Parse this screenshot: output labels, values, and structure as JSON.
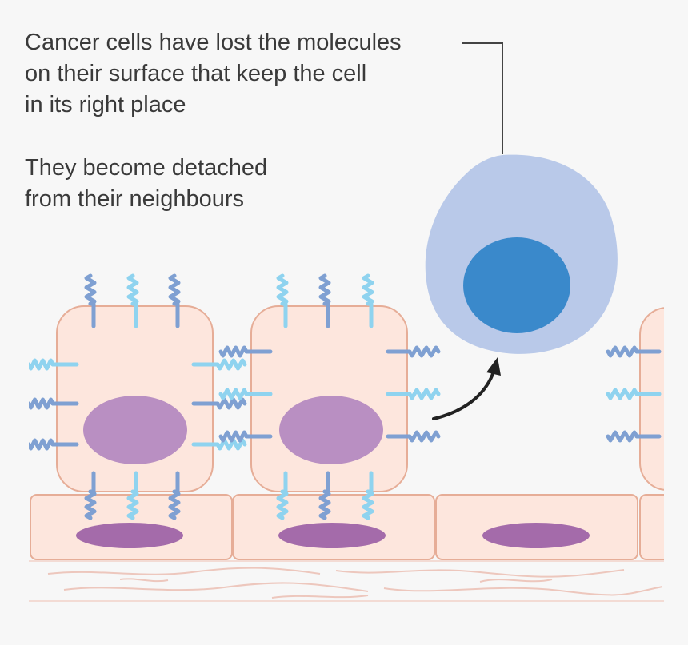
{
  "caption_primary": {
    "lines": [
      "Cancer cells have lost the molecules",
      "on their surface that keep the cell",
      "in its right place"
    ]
  },
  "caption_secondary": {
    "lines": [
      "They become detached",
      "from their neighbours"
    ]
  },
  "colors": {
    "background": "#f7f7f7",
    "text": "#3a3a3a",
    "cell_fill": "#fde6dd",
    "cell_border": "#e6ad97",
    "nucleus": "#b98fc2",
    "basal_cell_nucleus": "#a46baa",
    "cancer_cell": "#b9c9e9",
    "cancer_nucleus": "#3a89cb",
    "molecule_dark": "#7fa0d2",
    "molecule_light": "#8fd3ef",
    "arrow": "#222222"
  }
}
